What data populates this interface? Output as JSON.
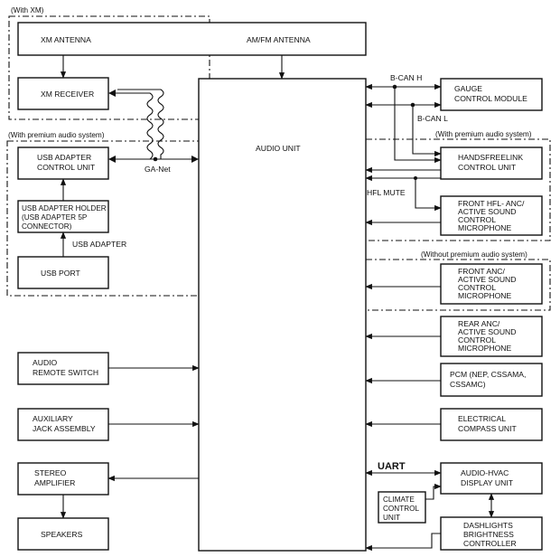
{
  "groups": {
    "with_xm": "(With XM)",
    "with_premium_left": "(With premium audio system)",
    "with_premium_right": "(With premium audio system)",
    "without_premium": "(Without premium audio system)"
  },
  "components": {
    "xm_antenna": [
      "XM ANTENNA"
    ],
    "am_fm_antenna": [
      "AM/FM ANTENNA"
    ],
    "xm_receiver": [
      "XM RECEIVER"
    ],
    "usb_adapter_control_unit": [
      "USB ADAPTER",
      "CONTROL UNIT"
    ],
    "usb_adapter_holder": [
      "USB ADAPTER HOLDER",
      "(USB ADAPTER 5P",
      "CONNECTOR)"
    ],
    "usb_port": [
      "USB PORT"
    ],
    "audio_unit": [
      "AUDIO UNIT"
    ],
    "gauge_control_module": [
      "GAUGE",
      "CONTROL MODULE"
    ],
    "handsfreelink_control_unit": [
      "HANDSFREELINK",
      "CONTROL UNIT"
    ],
    "front_hfl_anc_mic": [
      "FRONT HFL- ANC/",
      "ACTIVE SOUND",
      "CONTROL",
      "MICROPHONE"
    ],
    "front_anc_mic": [
      "FRONT ANC/",
      "ACTIVE SOUND",
      "CONTROL",
      "MICROPHONE"
    ],
    "rear_anc_mic": [
      "REAR ANC/",
      "ACTIVE SOUND",
      "CONTROL",
      "MICROPHONE"
    ],
    "pcm": [
      "PCM (NEP, CSSAMA,",
      "CSSAMC)"
    ],
    "electrical_compass_unit": [
      "ELECTRICAL",
      "COMPASS UNIT"
    ],
    "audio_hvac_display_unit": [
      "AUDIO-HVAC",
      "DISPLAY UNIT"
    ],
    "climate_control_unit": [
      "CLIMATE",
      "CONTROL",
      "UNIT"
    ],
    "dashlights_brightness_controller": [
      "DASHLIGHTS",
      "BRIGHTNESS",
      "CONTROLLER"
    ],
    "audio_remote_switch": [
      "AUDIO",
      "REMOTE SWITCH"
    ],
    "auxiliary_jack_assembly": [
      "AUXILIARY",
      "JACK ASSEMBLY"
    ],
    "stereo_amplifier": [
      "STEREO",
      "AMPLIFIER"
    ],
    "speakers": [
      "SPEAKERS"
    ]
  },
  "signals": {
    "b_can_h": "B-CAN H",
    "b_can_l": "B-CAN L",
    "hfl_mute": "HFL MUTE",
    "ga_net": "GA-Net",
    "usb_adapter": "USB ADAPTER",
    "uart": "UART"
  }
}
